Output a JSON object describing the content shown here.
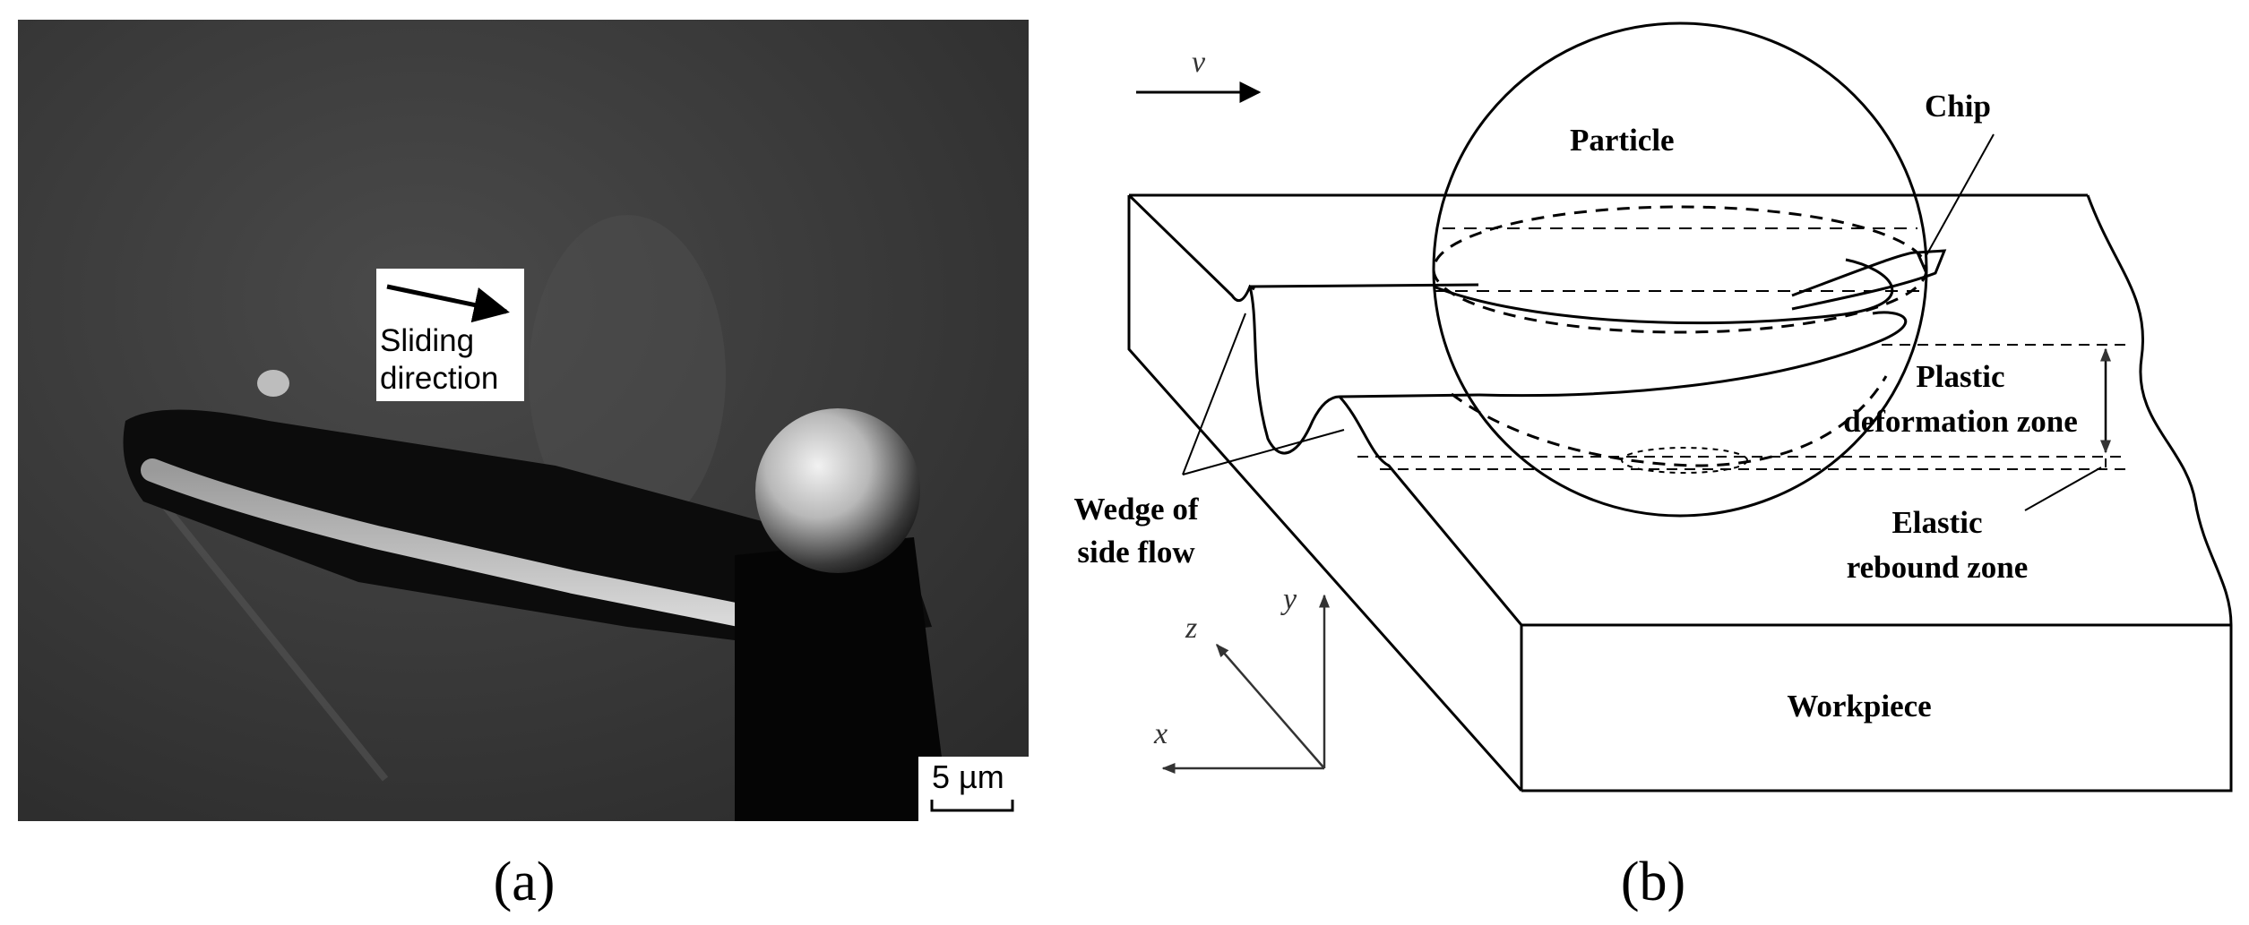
{
  "panel_a": {
    "arrow_label_line1": "Sliding",
    "arrow_label_line2": "direction",
    "scale_bar": "5 µm",
    "caption": "(a)"
  },
  "panel_b": {
    "velocity": "v",
    "particle": "Particle",
    "chip": "Chip",
    "plastic_line1": "Plastic",
    "plastic_line2": "deformation zone",
    "elastic_line1": "Elastic",
    "elastic_line2": "rebound zone",
    "wedge_line1": "Wedge of",
    "wedge_line2": "side flow",
    "workpiece": "Workpiece",
    "axis_x": "x",
    "axis_y": "y",
    "axis_z": "z",
    "caption": "(b)"
  },
  "colors": {
    "background": "#ffffff",
    "sem_background": "#3d3d3d",
    "line": "#000000"
  }
}
